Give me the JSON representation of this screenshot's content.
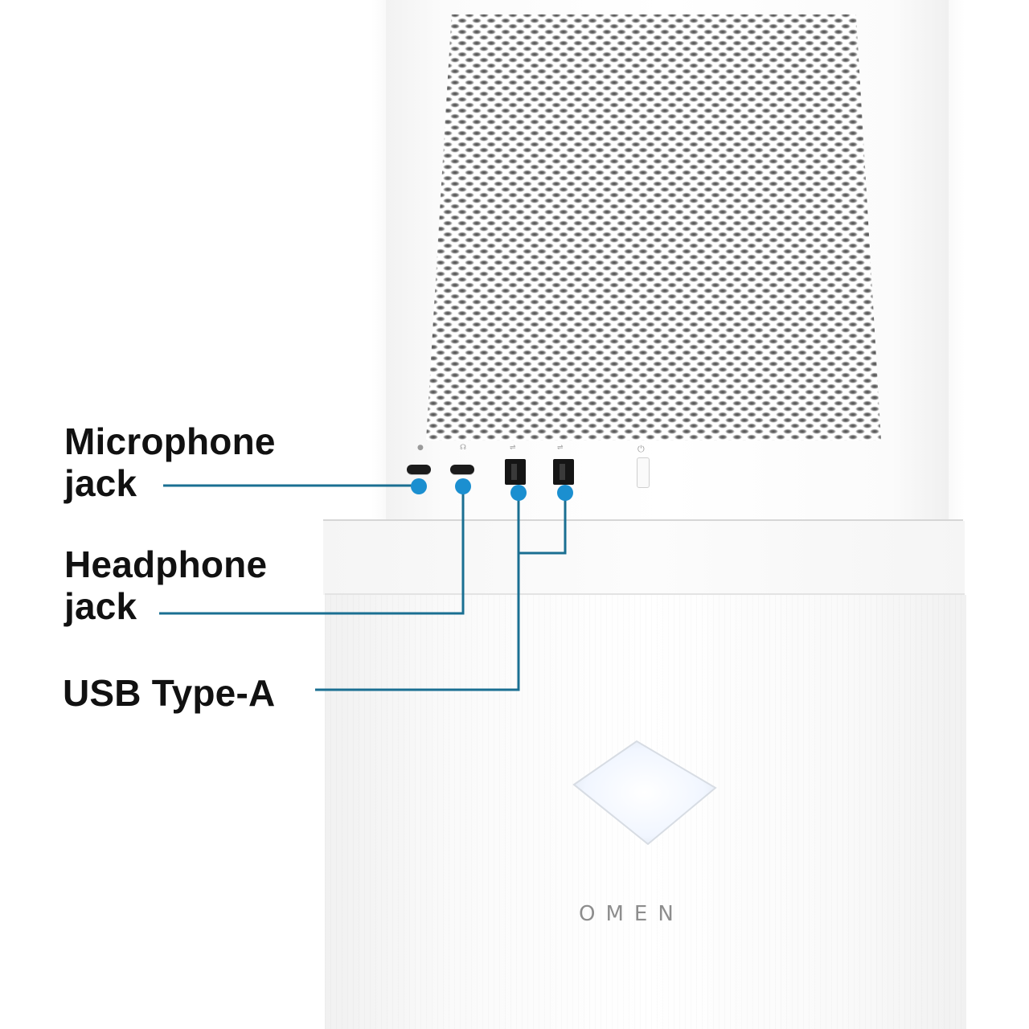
{
  "product": {
    "brand_logo_text": "OMEN",
    "description": "White desktop tower, top-front view with mesh top grille and front I/O ports"
  },
  "callouts": [
    {
      "id": "mic",
      "label_lines": [
        "Microphone",
        "jack"
      ],
      "port_type": "3.5mm audio jack",
      "port_icon": "microphone-icon"
    },
    {
      "id": "hp",
      "label_lines": [
        "Headphone",
        "jack"
      ],
      "port_type": "3.5mm audio jack",
      "port_icon": "headphone-icon"
    },
    {
      "id": "usb",
      "label_lines": [
        "USB Type-A"
      ],
      "port_type": "USB Type-A",
      "port_count": 2,
      "port_icon": "usb-icon"
    }
  ],
  "front_panel": {
    "ports_left_to_right": [
      "microphone-jack",
      "headphone-jack",
      "usb-type-a-1",
      "usb-type-a-2",
      "power-button"
    ],
    "port_icons": [
      "●",
      "☊",
      "⇌",
      "⇌",
      "⏻"
    ]
  },
  "colors": {
    "callout_line": "#1a6f92",
    "callout_dot": "#1b8fd0",
    "label_text": "#111111",
    "case_white": "#f7f7f7",
    "logo_gray": "#8d8d8d",
    "logo_glow": "#eef5ff"
  }
}
